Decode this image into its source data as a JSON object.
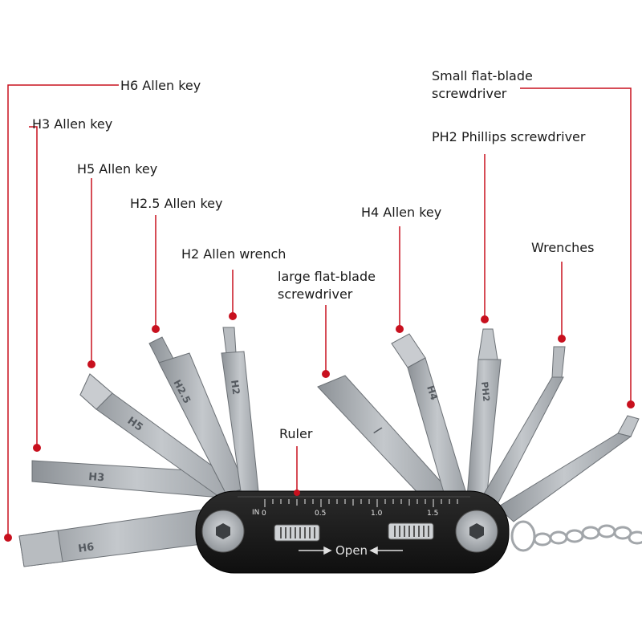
{
  "colors": {
    "callout_red": "#c8101e",
    "tool_steel": "#a9adb1",
    "body_black": "#1c1c1c"
  },
  "labels": {
    "h6": "H6 Allen key",
    "h3": "H3 Allen key",
    "h5": "H5 Allen key",
    "h25": "H2.5 Allen key",
    "h2": "H2 Allen wrench",
    "large_flat_line1": "large flat-blade",
    "large_flat_line2": "screwdriver",
    "h4": "H4 Allen key",
    "small_flat_line1": "Small flat-blade",
    "small_flat_line2": "screwdriver",
    "ph2": "PH2 Phillips screwdriver",
    "wrenches": "Wrenches",
    "ruler": "Ruler"
  },
  "engravings": {
    "h6": "H6",
    "h3": "H3",
    "h5": "H5",
    "h25": "H2.5",
    "h2": "H2",
    "flat": "/",
    "h4": "H4",
    "ph2": "PH2",
    "ruler_unit": "IN",
    "ruler_0": "0",
    "ruler_05": "0.5",
    "ruler_10": "1.0",
    "ruler_15": "1.5",
    "open": "Open"
  }
}
